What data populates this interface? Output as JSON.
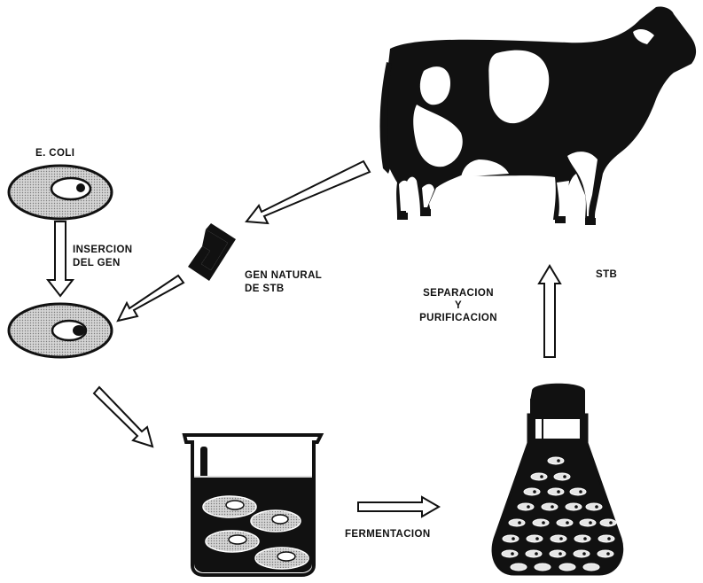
{
  "labels": {
    "ecoli": "E. COLI",
    "insercion_line1": "INSERCION",
    "insercion_line2": "DEL GEN",
    "gen_line1": "GEN NATURAL",
    "gen_line2": "DE STB",
    "separacion_line1": "SEPARACION",
    "separacion_line2": "Y",
    "separacion_line3": "PURIFICACION",
    "stb": "STB",
    "fermentacion": "FERMENTACION"
  },
  "colors": {
    "ink": "#111111",
    "cell_fill": "#c8c8c8",
    "background": "#ffffff"
  }
}
